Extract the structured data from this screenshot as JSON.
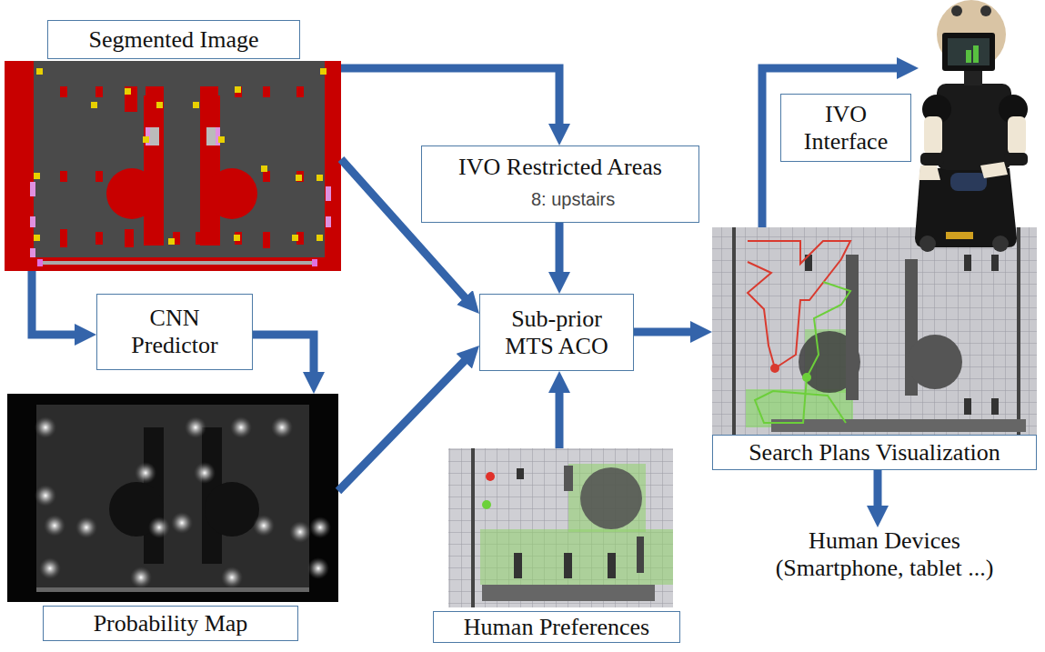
{
  "diagram": {
    "nodes": [
      {
        "text": [
          "Segmented Image"
        ]
      },
      {
        "text": [
          "CNN Predictor"
        ]
      },
      {
        "text": [
          "Probability Map"
        ]
      },
      {
        "text": [
          "IVO Restricted Areas",
          "8: upstairs"
        ]
      },
      {
        "text": [
          "Sub-prior MTS ACO"
        ]
      },
      {
        "text": [
          "Human Preferences"
        ]
      },
      {
        "text": [
          "Search Plans Visualization"
        ]
      },
      {
        "text": [
          "IVO Interface"
        ]
      },
      {
        "text": [
          "Human Devices (Smartphone, tablet ...)"
        ]
      }
    ],
    "edges": [
      {
        "from": 0,
        "to": 3,
        "arrow": "to"
      },
      {
        "from": 0,
        "to": 4,
        "arrow": "to"
      },
      {
        "from": 0,
        "to": 1,
        "arrow": "to"
      },
      {
        "from": 1,
        "to": 2,
        "arrow": "to"
      },
      {
        "from": 2,
        "to": 4,
        "arrow": "to"
      },
      {
        "from": 3,
        "to": 4,
        "arrow": "to"
      },
      {
        "from": 5,
        "to": 4,
        "arrow": "to"
      },
      {
        "from": 4,
        "to": 6,
        "arrow": "to"
      },
      {
        "from": 6,
        "to": 7,
        "arrow": "to"
      },
      {
        "from": 6,
        "to": 8,
        "arrow": "to"
      }
    ]
  }
}
